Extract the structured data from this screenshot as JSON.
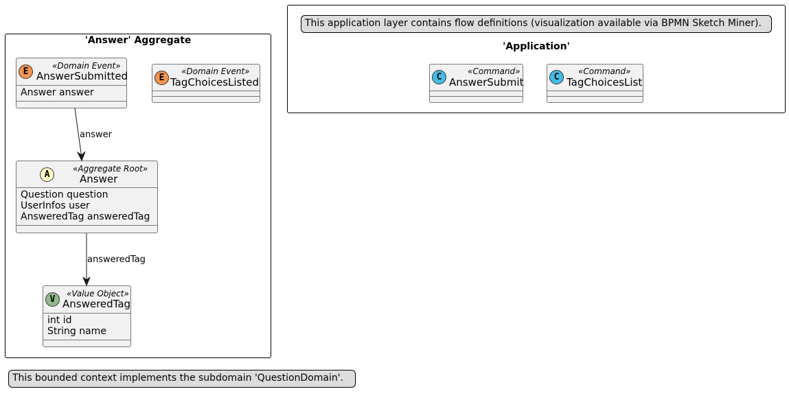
{
  "application_note": "This application layer contains flow definitions (visualization available via BPMN Sketch Miner).",
  "bounded_context_note": "This bounded context implements the subdomain 'QuestionDomain'.",
  "aggregate": {
    "title": "'Answer' Aggregate",
    "answer_submitted": {
      "letter": "E",
      "stereotype": "«Domain Event»",
      "name": "AnswerSubmitted",
      "attrs": [
        "Answer answer"
      ],
      "color": "#f5944f"
    },
    "tag_choices_listed": {
      "letter": "E",
      "stereotype": "«Domain Event»",
      "name": "TagChoicesListed",
      "color": "#f5944f"
    },
    "answer": {
      "letter": "A",
      "stereotype": "«Aggregate Root»",
      "name": "Answer",
      "attrs": [
        "Question question",
        "UserInfos user",
        "AnsweredTag answeredTag"
      ],
      "color": "#fefec6"
    },
    "answered_tag": {
      "letter": "V",
      "stereotype": "«Value Object»",
      "name": "AnsweredTag",
      "attrs": [
        "int id",
        "String name"
      ],
      "color": "#91b88b"
    }
  },
  "application": {
    "title": "'Application'",
    "answer_submit": {
      "letter": "C",
      "stereotype": "«Command»",
      "name": "AnswerSubmit",
      "color": "#42bde6"
    },
    "tag_choices_list": {
      "letter": "C",
      "stereotype": "«Command»",
      "name": "TagChoicesList",
      "color": "#42bde6"
    }
  },
  "edges": {
    "answer_label": "answer",
    "answered_tag_label": "answeredTag"
  }
}
